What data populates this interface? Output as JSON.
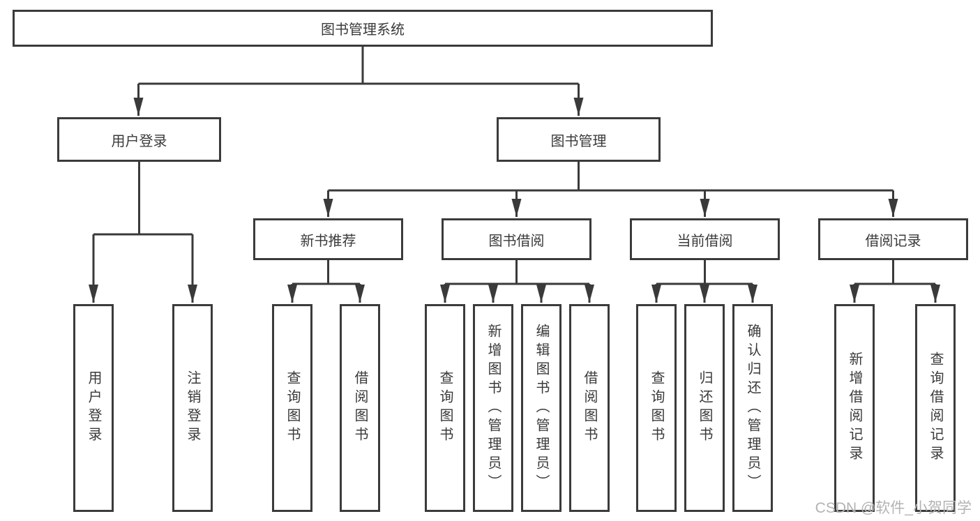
{
  "diagram_type": "hierarchy-tree",
  "colors": {
    "background": "#ffffff",
    "line": "#3a3a3a",
    "box_border": "#3b3b3b",
    "text": "#3a3a3a",
    "watermark": "#b3b3b3"
  },
  "tree": {
    "label": "图书管理系统",
    "children": [
      {
        "label": "用户登录",
        "children": [
          {
            "label": "用户登录"
          },
          {
            "label": "注销登录"
          }
        ]
      },
      {
        "label": "图书管理",
        "children": [
          {
            "label": "新书推荐",
            "children": [
              {
                "label": "查询图书"
              },
              {
                "label": "借阅图书"
              }
            ]
          },
          {
            "label": "图书借阅",
            "children": [
              {
                "label": "查询图书"
              },
              {
                "label": "新增图书（管理员）"
              },
              {
                "label": "编辑图书（管理员）"
              },
              {
                "label": "借阅图书"
              }
            ]
          },
          {
            "label": "当前借阅",
            "children": [
              {
                "label": "查询图书"
              },
              {
                "label": "归还图书"
              },
              {
                "label": "确认归还（管理员）"
              }
            ]
          },
          {
            "label": "借阅记录",
            "children": [
              {
                "label": "新增借阅记录"
              },
              {
                "label": "查询借阅记录"
              }
            ]
          }
        ]
      }
    ]
  },
  "watermark": {
    "text": "CSDN @软件_小贺同学"
  }
}
